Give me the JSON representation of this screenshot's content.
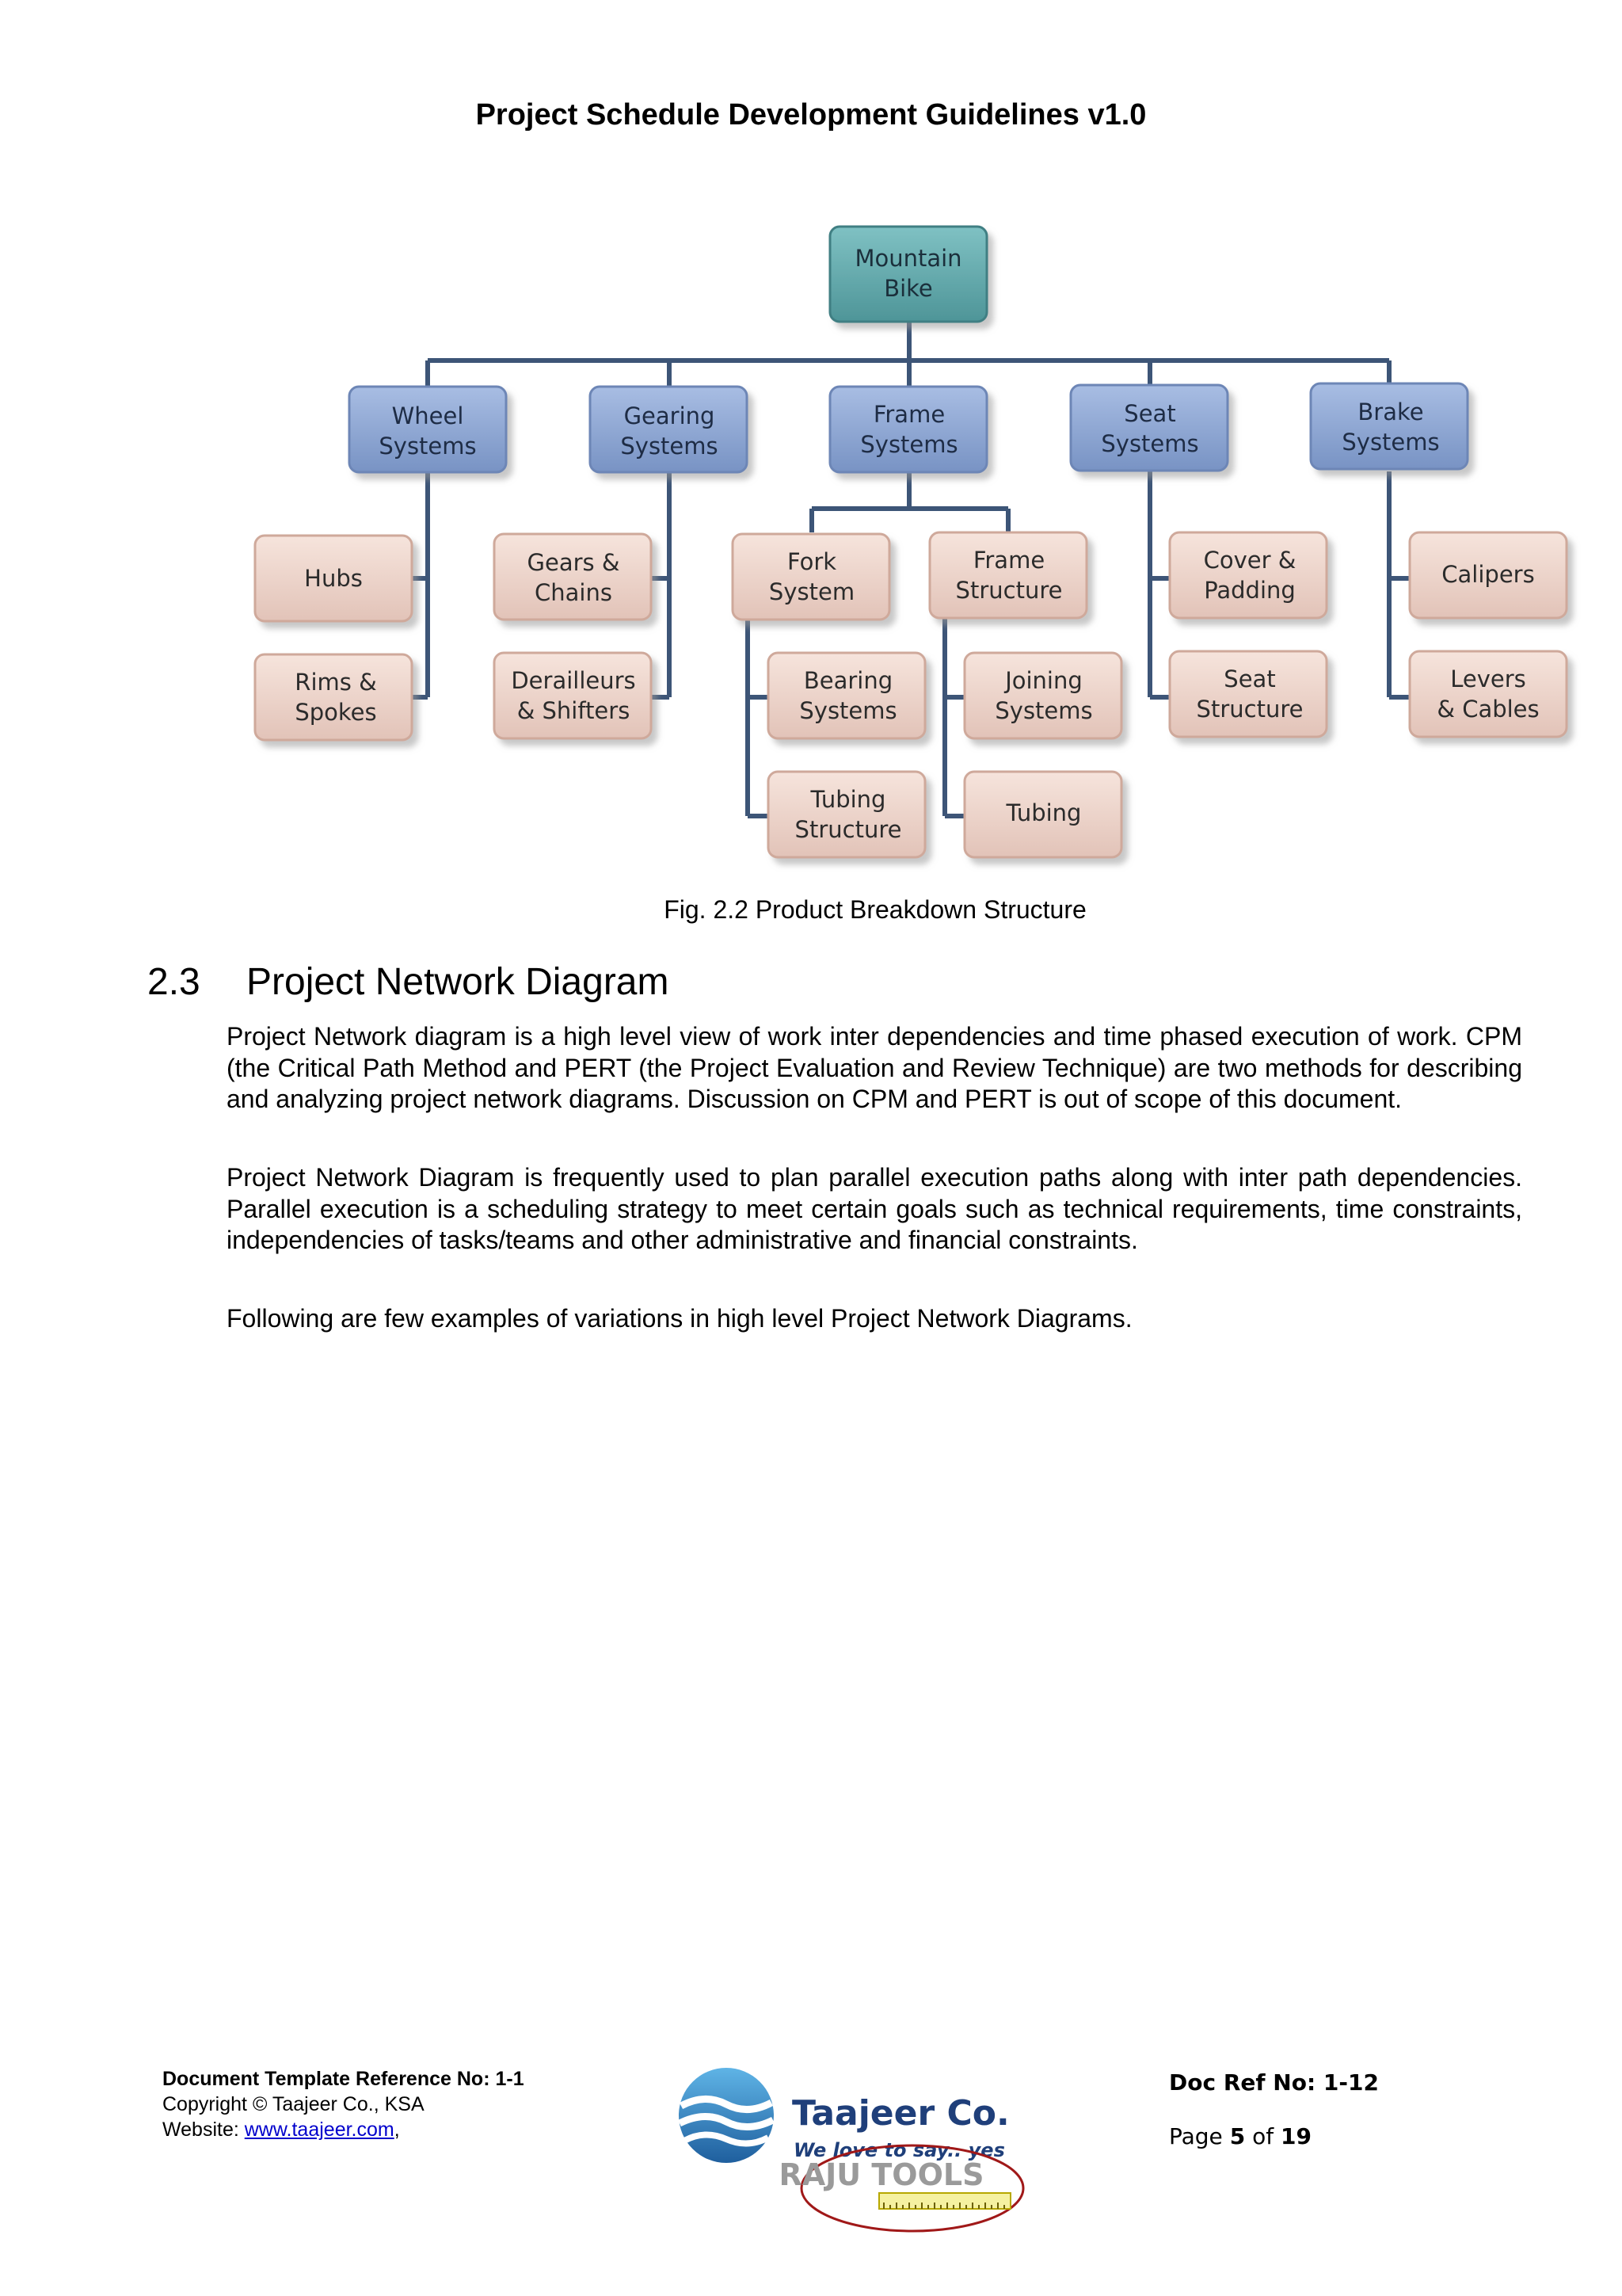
{
  "document": {
    "title": "Project Schedule Development Guidelines v1.0"
  },
  "figure": {
    "root": "Mountain Bike",
    "systems": [
      {
        "label": "Wheel Systems",
        "components": [
          "Hubs",
          "Rims & Spokes"
        ]
      },
      {
        "label": "Gearing Systems",
        "components": [
          "Gears & Chains",
          "Derailleurs & Shifters"
        ]
      },
      {
        "label": "Frame Systems",
        "subgroups": [
          {
            "label": "Fork System",
            "components": [
              "Bearing Systems",
              "Tubing Structure"
            ]
          },
          {
            "label": "Frame Structure",
            "components": [
              "Joining Systems",
              "Tubing"
            ]
          }
        ]
      },
      {
        "label": "Seat Systems",
        "components": [
          "Cover & Padding",
          "Seat Structure"
        ]
      },
      {
        "label": "Brake Systems",
        "components": [
          "Calipers",
          "Levers & Cables"
        ]
      }
    ],
    "caption": "Fig. 2.2  Product Breakdown Structure",
    "colors": {
      "root": "#5ba3a6",
      "system": "#8aa3cf",
      "component": "#ecd4cb",
      "connector": "#3d5577"
    }
  },
  "section": {
    "number": "2.3",
    "title": "Project Network Diagram",
    "paragraphs": [
      "Project Network diagram is a high level view of work inter dependencies and time phased execution of work. CPM (the Critical Path Method and PERT (the Project Evaluation and Review Technique) are two methods for describing and analyzing project network diagrams.  Discussion on CPM and PERT is out of scope of this document.",
      "Project Network Diagram is frequently used to plan parallel execution paths along with inter path dependencies. Parallel execution is a scheduling strategy to meet certain goals such as technical requirements, time constraints, independencies of tasks/teams and other administrative and financial constraints.",
      "Following are few examples of variations in high level Project Network Diagrams."
    ]
  },
  "footer": {
    "template_ref": "Document Template Reference No: 1-1",
    "copyright": "Copyright © Taajeer Co., KSA",
    "website_label": "Website: ",
    "website_link": "www.taajeer.com",
    "website_suffix": ",",
    "doc_ref": "Doc Ref No: 1-12",
    "page_prefix": "Page ",
    "page_current": "5",
    "page_of": " of ",
    "page_total": "19",
    "logo_name": "Taajeer Co.",
    "logo_tagline": "We love to say.. yes",
    "stamp_text": "RAJU TOOLS"
  }
}
